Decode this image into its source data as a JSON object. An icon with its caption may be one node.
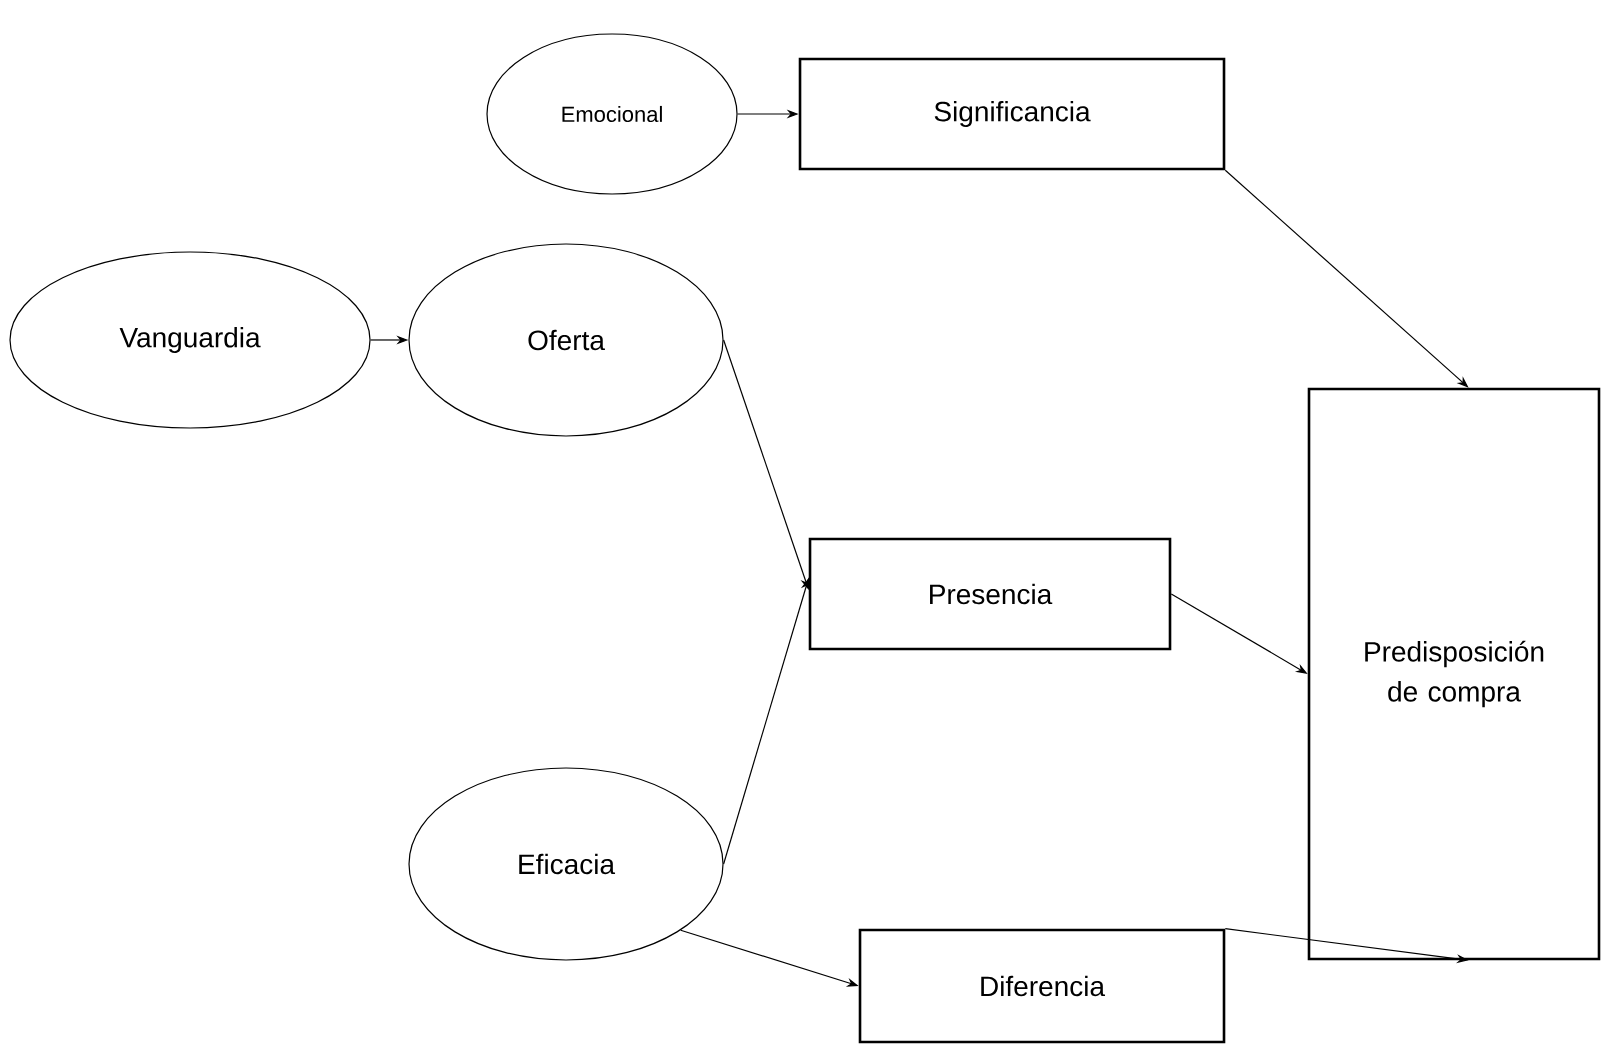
{
  "diagram": {
    "nodes": [
      {
        "text": [
          "Emocional"
        ]
      },
      {
        "text": [
          "Significancia"
        ]
      },
      {
        "text": [
          "Vanguardia"
        ]
      },
      {
        "text": [
          "Oferta"
        ]
      },
      {
        "text": [
          "Predisposición de compra"
        ]
      },
      {
        "text": [
          "Presencia"
        ]
      },
      {
        "text": [
          "Eficacia"
        ]
      },
      {
        "text": [
          "Diferencia"
        ]
      }
    ],
    "edges": [
      {
        "from": 0,
        "to": 1,
        "arrow": "to"
      },
      {
        "from": 1,
        "to": 4,
        "arrow": "to"
      },
      {
        "from": 2,
        "to": 3,
        "arrow": "to"
      },
      {
        "from": 3,
        "to": 5,
        "arrow": "to"
      },
      {
        "from": 6,
        "to": 5,
        "arrow": "to"
      },
      {
        "from": 6,
        "to": 7,
        "arrow": "to"
      },
      {
        "from": 5,
        "to": 4,
        "arrow": "to"
      },
      {
        "from": 7,
        "to": 4,
        "arrow": "to"
      }
    ]
  }
}
